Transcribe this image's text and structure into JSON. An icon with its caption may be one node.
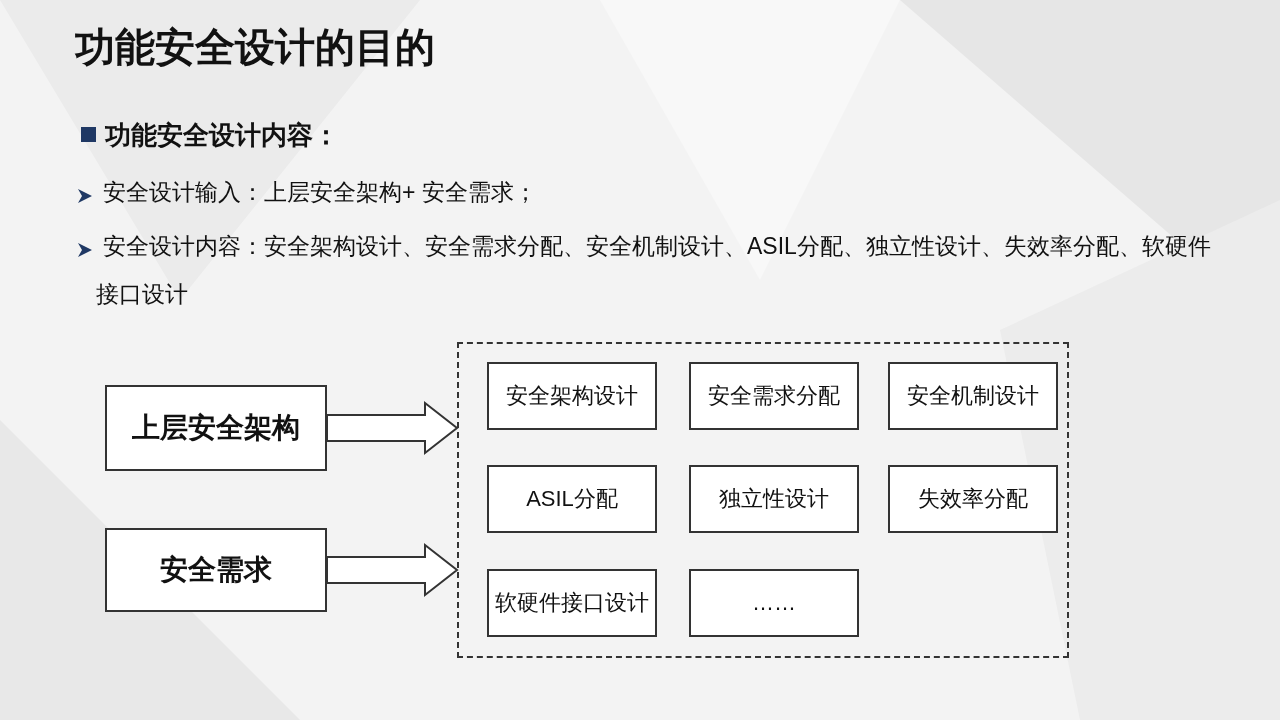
{
  "diagram": {
    "title": "功能安全设计的目的",
    "nodes": [
      {
        "text": [
          "上层安全架构"
        ]
      },
      {
        "text": [
          "安全需求"
        ]
      },
      {
        "text": [],
        "shape": "box"
      },
      {
        "text": [
          "安全架构设计"
        ],
        "in": 2
      },
      {
        "text": [
          "安全需求分配"
        ],
        "in": 2
      },
      {
        "text": [
          "安全机制设计"
        ],
        "in": 2
      },
      {
        "text": [
          "ASIL分配"
        ],
        "in": 2
      },
      {
        "text": [
          "独立性设计"
        ],
        "in": 2
      },
      {
        "text": [
          "失效率分配"
        ],
        "in": 2
      },
      {
        "text": [
          "软硬件接口设计"
        ],
        "in": 2
      },
      {
        "text": [
          "……"
        ],
        "in": 2
      }
    ],
    "edges": [
      {
        "from": 0,
        "to": 2,
        "arrow": "to"
      },
      {
        "from": 1,
        "to": 2,
        "arrow": "to"
      }
    ],
    "labels": [
      "功能安全设计内容：",
      "安全设计输入：上层安全架构+ 安全需求；",
      "安全设计内容：安全架构设计、安全需求分配、安全机制设计、ASIL分配、独立性设计、失效率分配、软硬件接口设计"
    ]
  }
}
